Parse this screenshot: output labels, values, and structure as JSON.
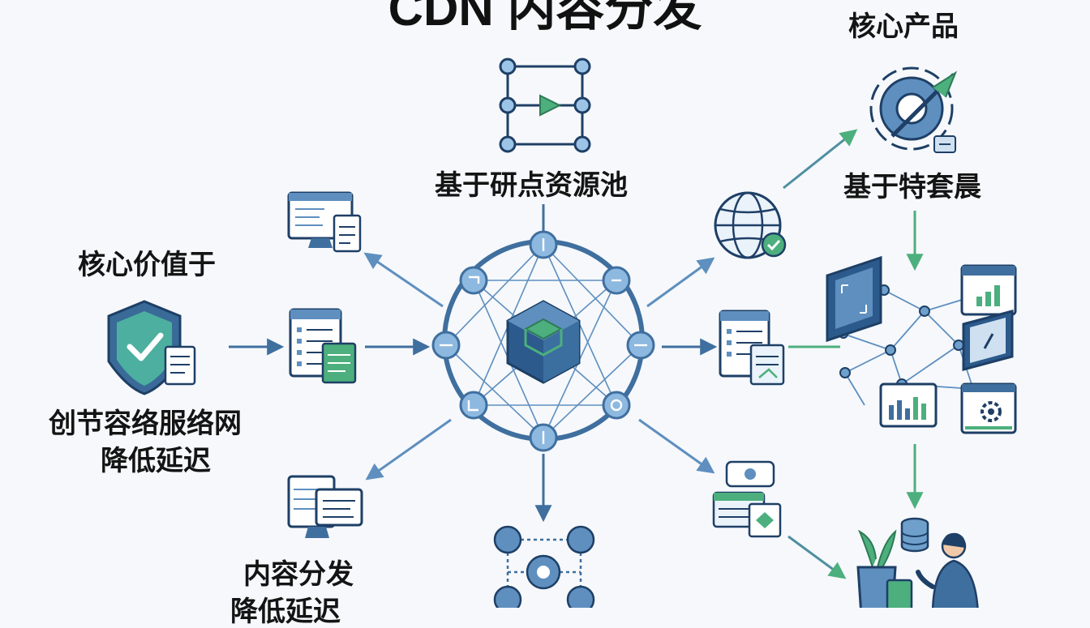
{
  "title": "CDN 内容分发",
  "labels": {
    "top": "基于研点资源池",
    "left_heading": "核心价值于",
    "left_body_1": "创节容络服络网",
    "left_body_2": "降低延迟",
    "right_heading": "核心产品",
    "right_sub": "基于特套晨",
    "bottom_1": "内容分发",
    "bottom_2": "降低延迟"
  },
  "colors": {
    "primary": "#3f6f9f",
    "secondary": "#6fa0cc",
    "light": "#cfe0f0",
    "accent": "#4caf7d",
    "dark": "#1e3f66"
  }
}
